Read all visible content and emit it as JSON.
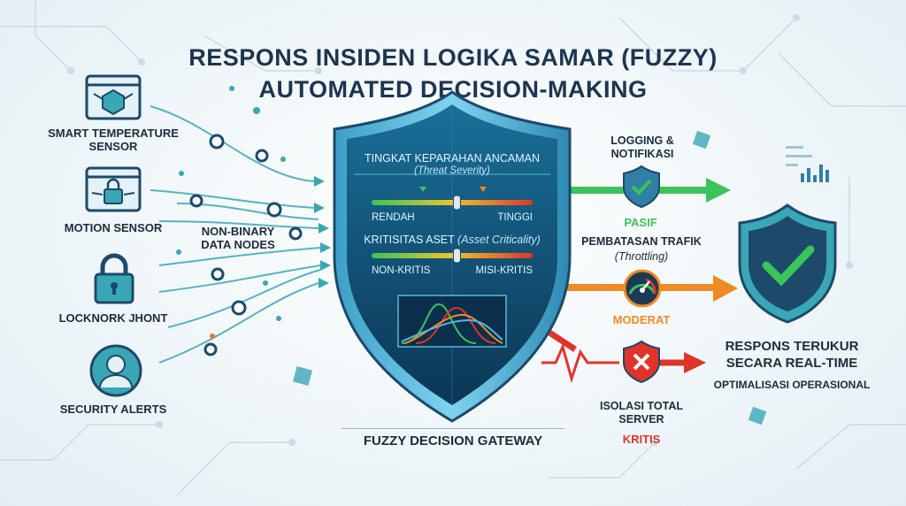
{
  "title": {
    "line1": "RESPONS INSIDEN LOGIKA SAMAR (FUZZY)",
    "line2": "AUTOMATED DECISION-MAKING"
  },
  "inputs": {
    "temp_sensor": "SMART TEMPERATURE SENSOR",
    "motion_sensor": "MOTION SENSOR",
    "lock": "LOCKNORK JHONT",
    "security": "SECURITY ALERTS",
    "non_binary": "NON-BINARY DATA NODES"
  },
  "shield": {
    "threat_label": "TINGKAT KEPARAHAN ANCAMAN",
    "threat_sub": "(Threat Severity)",
    "low": "RENDAH",
    "high": "TINGGI",
    "asset_label": "KRITISITAS ASET",
    "asset_sub": "(Asset Criticality)",
    "non_critical": "NON-KRITIS",
    "mission_critical": "MISI-KRITIS",
    "threat_level": 0.53,
    "asset_level": 0.53,
    "caption": "FUZZY DECISION GATEWAY"
  },
  "outputs": {
    "passive_title": "LOGGING & NOTIFIKASI",
    "passive_level": "PASIF",
    "moderate_title": "PEMBATASAN TRAFIK",
    "moderate_sub": "(Throttling)",
    "moderate_level": "MODERAT",
    "critical_title": "ISOLASI TOTAL SERVER",
    "critical_level": "KRITIS"
  },
  "result": {
    "title1": "RESPONS TERUKUR",
    "title2": "SECARA REAL-TIME",
    "subtitle": "OPTIMALISASI OPERASIONAL"
  },
  "colors": {
    "navy": "#1d3550",
    "teal": "#3aa7b6",
    "green": "#3cc35a",
    "orange": "#f08a24",
    "red": "#e0342b",
    "shield_dark": "#0d3e5e"
  }
}
